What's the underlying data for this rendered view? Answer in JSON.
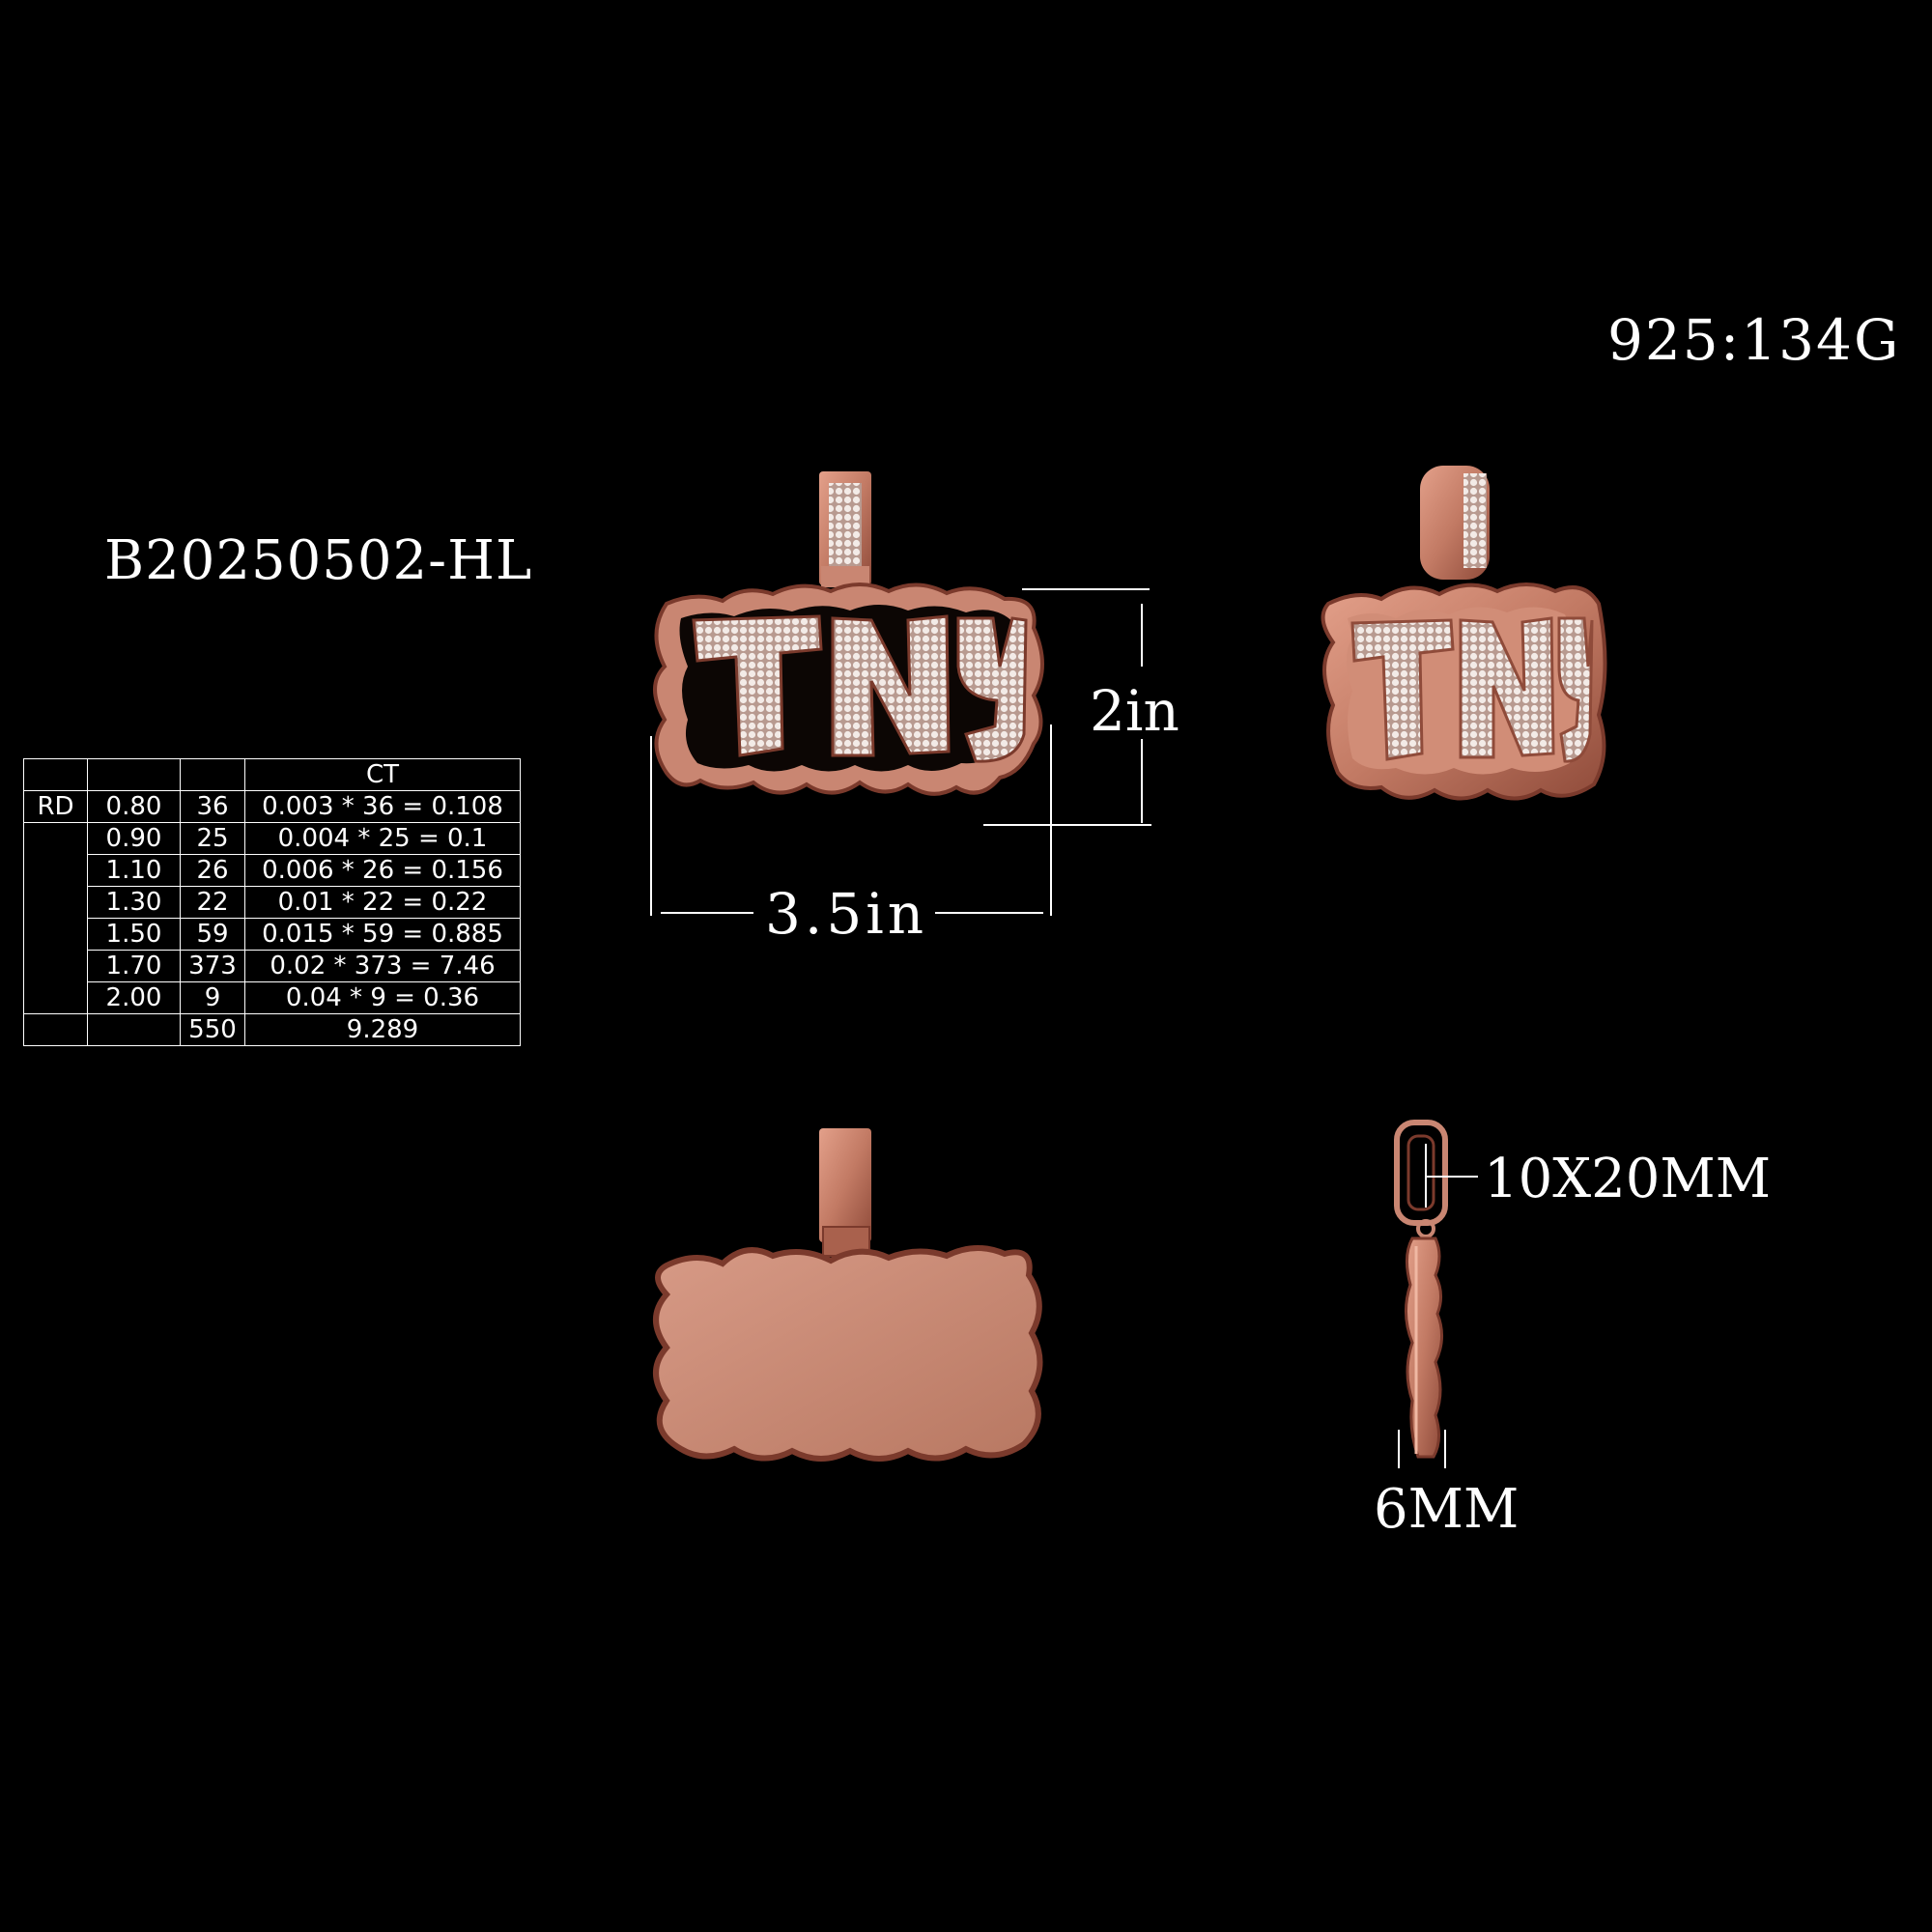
{
  "sku": "B20250502-HL",
  "metal_weight": "925:134G",
  "dimensions": {
    "height": "2in",
    "width": "3.5in",
    "bail": "10X20MM",
    "thickness": "6MM"
  },
  "pendant_text": "TNY",
  "stone_table": {
    "header": {
      "ct": "CT"
    },
    "shape": "RD",
    "rows": [
      {
        "size": "0.80",
        "count": "36",
        "ct": "0.003 * 36 = 0.108"
      },
      {
        "size": "0.90",
        "count": "25",
        "ct": "0.004 * 25 = 0.1"
      },
      {
        "size": "1.10",
        "count": "26",
        "ct": "0.006 * 26 = 0.156"
      },
      {
        "size": "1.30",
        "count": "22",
        "ct": "0.01 * 22 = 0.22"
      },
      {
        "size": "1.50",
        "count": "59",
        "ct": "0.015 * 59 = 0.885"
      },
      {
        "size": "1.70",
        "count": "373",
        "ct": "0.02 * 373 = 7.46"
      },
      {
        "size": "2.00",
        "count": "9",
        "ct": "0.04 * 9 = 0.36"
      }
    ],
    "total": {
      "count": "550",
      "ct": "9.289"
    }
  },
  "colors": {
    "background": "#000000",
    "rose_gold": "#c98672",
    "rose_gold_dark": "#8a4a3a",
    "pave": "#e8dcd6"
  }
}
